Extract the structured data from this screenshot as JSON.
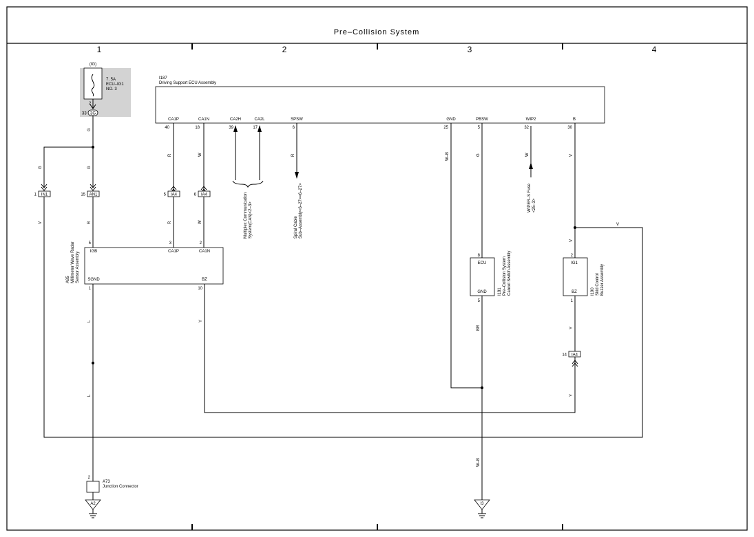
{
  "title": "Pre–Collision System",
  "zones": [
    "1",
    "2",
    "3",
    "4"
  ],
  "fuse": {
    "circuit": "(IG)",
    "rating": "7. 5A",
    "name": "ECU–IG1",
    "no": "NO. 3",
    "pin_top": "2",
    "pin_side": "33",
    "junction": "3G"
  },
  "ecu": {
    "id": "I187",
    "name": "Driving Support ECU Assembly",
    "terminals": [
      {
        "name": "CA1P",
        "pin": "40"
      },
      {
        "name": "CA1N",
        "pin": "18"
      },
      {
        "name": "CA2H",
        "pin": "39"
      },
      {
        "name": "CA2L",
        "pin": "17"
      },
      {
        "name": "SPSW",
        "pin": "6"
      },
      {
        "name": "GND",
        "pin": "25"
      },
      {
        "name": "PBSW",
        "pin": "5"
      },
      {
        "name": "WIP2",
        "pin": "32"
      },
      {
        "name": "B",
        "pin": "30"
      }
    ]
  },
  "radar": {
    "id": "A85",
    "name1": "Millimeter Wave Radar",
    "name2": "Sensor Assembly",
    "terminals": [
      {
        "name": "IGB",
        "pin": "5"
      },
      {
        "name": "CA1P",
        "pin": "3"
      },
      {
        "name": "CA1N",
        "pin": "2"
      },
      {
        "name": "SGND",
        "pin": "1"
      },
      {
        "name": "BZ",
        "pin": "10"
      }
    ]
  },
  "switch": {
    "id": "I181",
    "name1": "Pre–Collision System",
    "name2": "Cancel Switch Assembly",
    "t1": "ECU",
    "p1": "8",
    "t2": "GND",
    "p2": "5"
  },
  "buzzer": {
    "id": "I190",
    "name1": "Skid Control",
    "name2": "Buzzer Assembly",
    "t1": "IG1",
    "p1": "2",
    "t2": "BZ",
    "p2": "1"
  },
  "junction": {
    "id": "A73",
    "name": "Junction Connector",
    "pin": "2"
  },
  "grounds": [
    "A2",
    "I3"
  ],
  "connectors": [
    {
      "pin": "1",
      "name": "IN1"
    },
    {
      "pin": "15",
      "name": "AN1"
    },
    {
      "pin": "5",
      "name": "IA4"
    },
    {
      "pin": "6",
      "name": "IA4"
    },
    {
      "pin": "14",
      "name": "IA4"
    }
  ],
  "wire_colors": {
    "fuse_out": "G",
    "branch": "G",
    "main": "G",
    "in1_out": "V",
    "an1_out": "R",
    "ca1p_top": "R",
    "ca1n_top": "W",
    "ca1p_bot": "R",
    "ca1n_bot": "W",
    "spsw": "R",
    "gnd": "W–B",
    "pbsw": "G",
    "wip2": "W",
    "b_top": "V",
    "b_branch": "V",
    "b_down": "V",
    "sgnd": "L",
    "sgnd2": "L",
    "bz": "Y",
    "buzzer_bz": "Y",
    "buzzer_bz2": "Y",
    "sw_gnd": "BR",
    "ground_main": "W–B"
  },
  "notes": {
    "multiplex1": "Multiplex Communication",
    "multiplex2": "System(CAN)<2–3>",
    "spiral1": "Spiral Cable",
    "spiral2": "Sub–Assembly<6–27><6–27>",
    "wiper1": "WIPER–S Fuse",
    "wiper2": "<25–3>"
  }
}
